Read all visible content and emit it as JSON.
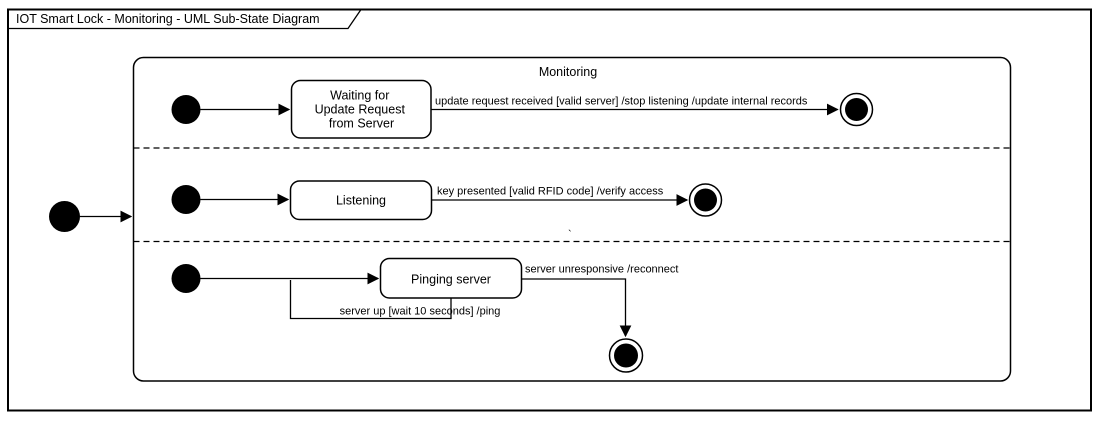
{
  "window": {
    "title": "IOT Smart Lock - Monitoring - UML Sub-State Diagram"
  },
  "diagram": {
    "composite_state_label": "Monitoring",
    "stray_mark": "`",
    "lanes": [
      {
        "state_line1": "Waiting for",
        "state_line2": "Update Request",
        "state_line3": "from Server",
        "transition": "update request received [valid server] /stop listening /update internal records"
      },
      {
        "state": "Listening",
        "transition": "key presented [valid RFID code] /verify access"
      },
      {
        "state": "Pinging server",
        "transition": "server unresponsive /reconnect",
        "self_transition": "server up [wait 10 seconds] /ping"
      }
    ]
  },
  "colors": {
    "stroke": "#000000",
    "fill": "#ffffff",
    "background": "#ffffff"
  }
}
